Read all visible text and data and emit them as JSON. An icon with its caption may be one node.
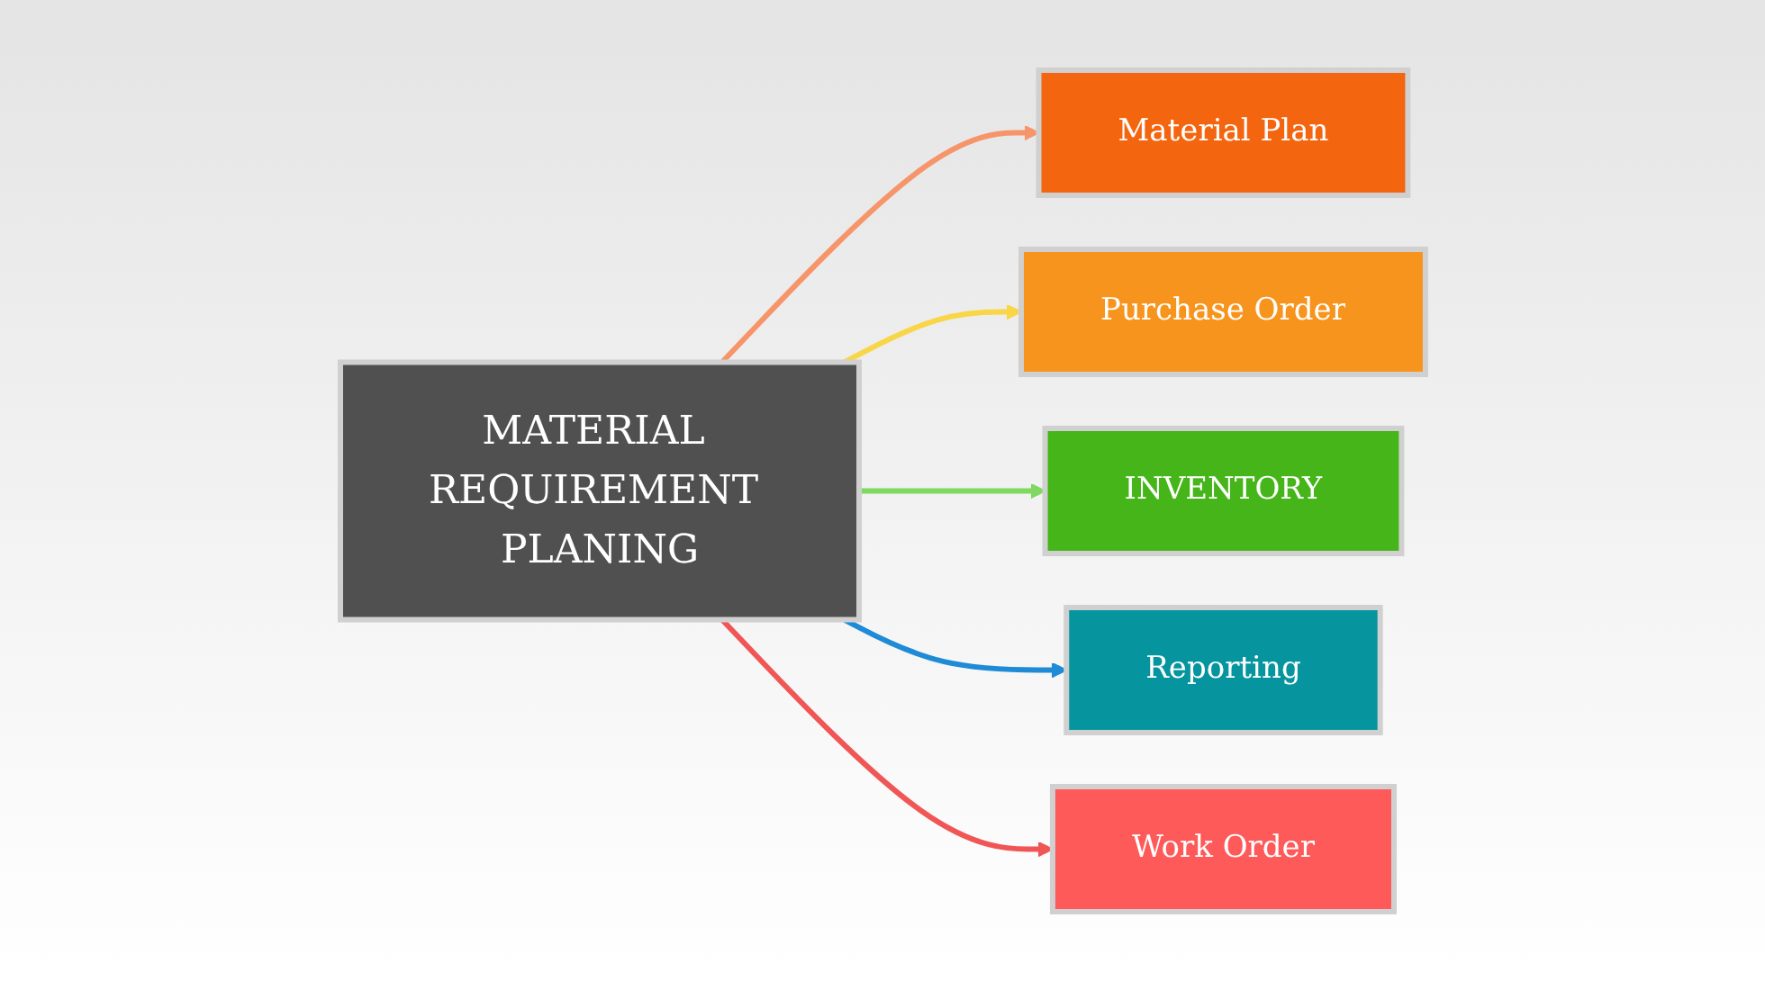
{
  "diagram": {
    "nodes": [
      {
        "text": [
          "Material Plan"
        ]
      },
      {
        "text": [
          "Purchase Order"
        ]
      },
      {
        "text": [
          "MATERIAL REQUIREMENT PLANING"
        ]
      },
      {
        "text": [
          "INVENTORY"
        ]
      },
      {
        "text": [
          "Work Order"
        ]
      },
      {
        "text": [
          "Reporting"
        ]
      }
    ],
    "edges": [
      {
        "from": 2,
        "to": 0,
        "arrow": "to",
        "color": "#f7956a"
      },
      {
        "from": 2,
        "to": 1,
        "arrow": "to",
        "color": "#f9d648"
      },
      {
        "from": 2,
        "to": 3,
        "arrow": "to",
        "color": "#7fd960"
      },
      {
        "from": 2,
        "to": 5,
        "arrow": "to",
        "color": "#1f8bd6"
      },
      {
        "from": 2,
        "to": 4,
        "arrow": "to",
        "color": "#f05656"
      }
    ]
  }
}
